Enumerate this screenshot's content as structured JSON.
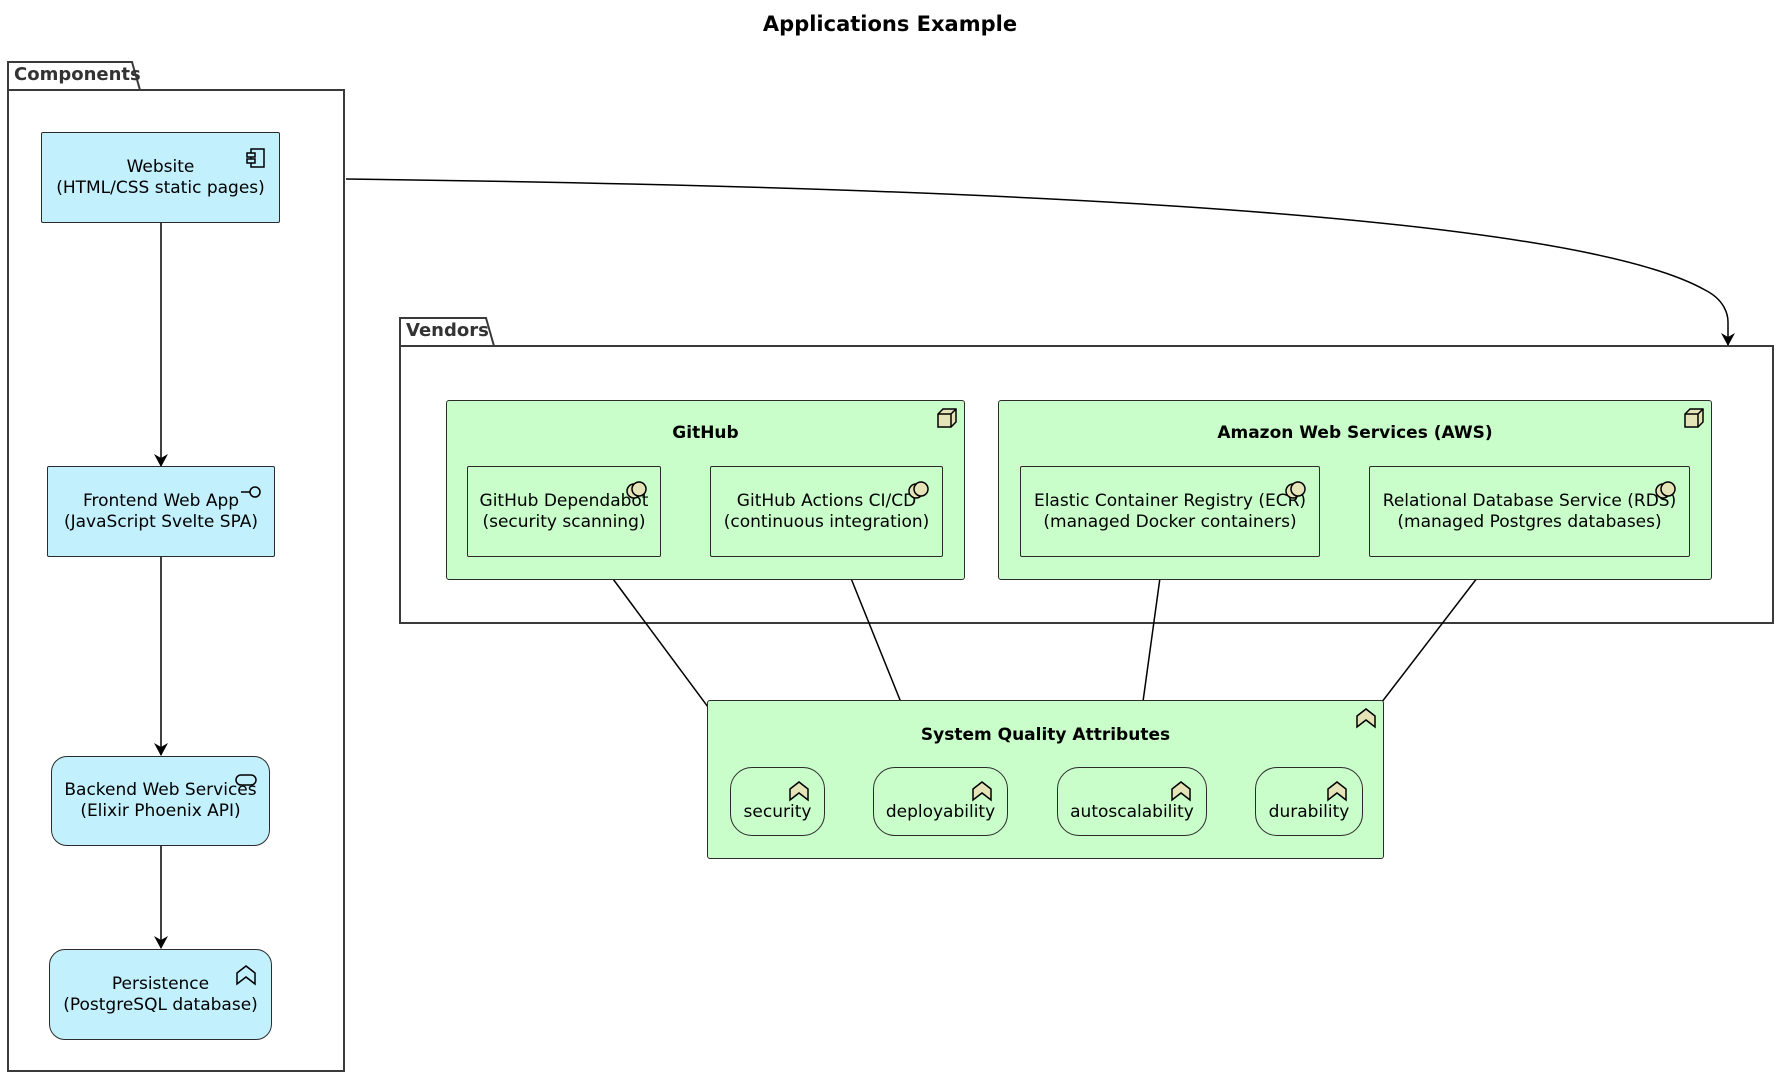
{
  "title": "Applications Example",
  "packages": {
    "components": "Components",
    "vendors": "Vendors"
  },
  "components": {
    "website": {
      "line1": "Website",
      "line2": "(HTML/CSS static pages)"
    },
    "frontend": {
      "line1": "Frontend Web App",
      "line2": "(JavaScript Svelte SPA)"
    },
    "backend": {
      "line1": "Backend Web Services",
      "line2": "(Elixir Phoenix API)"
    },
    "persistence": {
      "line1": "Persistence",
      "line2": "(PostgreSQL database)"
    }
  },
  "vendors": {
    "github": {
      "title": "GitHub",
      "dependabot": {
        "line1": "GitHub Dependabot",
        "line2": "(security scanning)"
      },
      "actions": {
        "line1": "GitHub Actions CI/CD",
        "line2": "(continuous integration)"
      }
    },
    "aws": {
      "title": "Amazon Web Services (AWS)",
      "ecr": {
        "line1": "Elastic Container Registry (ECR)",
        "line2": "(managed Docker containers)"
      },
      "rds": {
        "line1": "Relational Database Service (RDS)",
        "line2": "(managed Postgres databases)"
      }
    }
  },
  "quality": {
    "title": "System Quality Attributes",
    "items": [
      "security",
      "deployability",
      "autoscalability",
      "durability"
    ]
  },
  "colors": {
    "component_fill": "#c3f0fd",
    "vendor_fill": "#c9fdca",
    "icon_fill": "#e4e4b8",
    "stroke": "#2b2b2b"
  },
  "icons": {
    "website": "component-icon",
    "frontend": "interface-icon",
    "backend": "service-icon",
    "persistence": "requirement-icon",
    "vendor_group": "node-cube-icon",
    "vendor_service": "collaboration-icon",
    "quality": "requirement-icon"
  }
}
